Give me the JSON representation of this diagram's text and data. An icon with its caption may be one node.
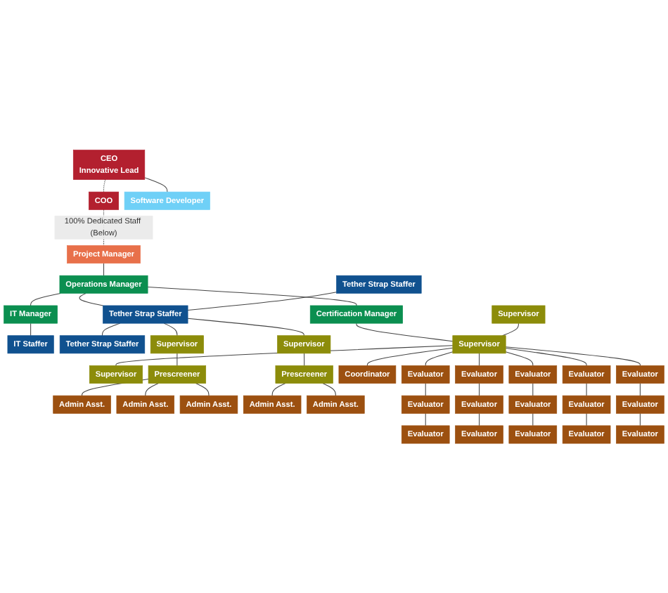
{
  "diagram": {
    "nodes": [
      {
        "text": [
          "CEO",
          "Innovative Lead"
        ]
      },
      {
        "text": [
          "COO"
        ]
      },
      {
        "text": [
          "Software Developer"
        ]
      },
      {
        "text": [
          "Project Manager"
        ]
      },
      {
        "text": [
          "IT Manager"
        ]
      },
      {
        "text": [
          "Operations Manager"
        ]
      },
      {
        "text": [
          "Certification Manager"
        ]
      },
      {
        "text": [
          "IT Staffer"
        ]
      },
      {
        "text": [
          "Tether Strap Staffer"
        ]
      },
      {
        "text": [
          "Tether Strap Staffer"
        ]
      },
      {
        "text": [
          "Tether Strap Staffer"
        ]
      },
      {
        "text": [
          "Supervisor"
        ]
      },
      {
        "text": [
          "Supervisor"
        ]
      },
      {
        "text": [
          "Supervisor"
        ]
      },
      {
        "text": [
          "Supervisor"
        ]
      },
      {
        "text": [
          "Supervisor"
        ]
      },
      {
        "text": [
          "Prescreener"
        ]
      },
      {
        "text": [
          "Prescreener"
        ]
      },
      {
        "text": [
          "Admin Asst."
        ]
      },
      {
        "text": [
          "Admin Asst."
        ]
      },
      {
        "text": [
          "Admin Asst."
        ]
      },
      {
        "text": [
          "Admin Asst."
        ]
      },
      {
        "text": [
          "Admin Asst."
        ]
      },
      {
        "text": [
          "Coordinator"
        ]
      },
      {
        "text": [
          "Evaluator"
        ]
      },
      {
        "text": [
          "Evaluator"
        ]
      },
      {
        "text": [
          "Evaluator"
        ]
      },
      {
        "text": [
          "Evaluator"
        ]
      },
      {
        "text": [
          "Evaluator"
        ]
      },
      {
        "text": [
          "Evaluator"
        ]
      },
      {
        "text": [
          "Evaluator"
        ]
      },
      {
        "text": [
          "Evaluator"
        ]
      },
      {
        "text": [
          "Evaluator"
        ]
      },
      {
        "text": [
          "Evaluator"
        ]
      },
      {
        "text": [
          "Evaluator"
        ]
      },
      {
        "text": [
          "Evaluator"
        ]
      },
      {
        "text": [
          "Evaluator"
        ]
      },
      {
        "text": [
          "Evaluator"
        ]
      },
      {
        "text": [
          "Evaluator"
        ]
      }
    ],
    "edges": [
      {
        "from": 0,
        "to": 1,
        "arrow": "none",
        "style": "dashed"
      },
      {
        "from": 0,
        "to": 2,
        "arrow": "none"
      },
      {
        "from": 1,
        "to": 3,
        "arrow": "none",
        "style": "dashed",
        "label": "100% Dedicated Staff (Below)"
      },
      {
        "from": 3,
        "to": 5,
        "arrow": "none"
      },
      {
        "from": 5,
        "to": 4,
        "arrow": "none"
      },
      {
        "from": 5,
        "to": 6,
        "arrow": "none"
      },
      {
        "from": 4,
        "to": 7,
        "arrow": "none"
      },
      {
        "from": 5,
        "to": 9,
        "arrow": "none"
      },
      {
        "from": 8,
        "to": 9,
        "arrow": "none"
      },
      {
        "from": 9,
        "to": 10,
        "arrow": "none"
      },
      {
        "from": 9,
        "to": 11,
        "arrow": "none"
      },
      {
        "from": 9,
        "to": 12,
        "arrow": "none"
      },
      {
        "from": 11,
        "to": 16,
        "arrow": "none"
      },
      {
        "from": 12,
        "to": 17,
        "arrow": "none"
      },
      {
        "from": 16,
        "to": 18,
        "arrow": "none"
      },
      {
        "from": 16,
        "to": 19,
        "arrow": "none"
      },
      {
        "from": 16,
        "to": 20,
        "arrow": "none"
      },
      {
        "from": 17,
        "to": 21,
        "arrow": "none"
      },
      {
        "from": 17,
        "to": 22,
        "arrow": "none"
      },
      {
        "from": 6,
        "to": 14,
        "arrow": "none"
      },
      {
        "from": 13,
        "to": 14,
        "arrow": "none"
      },
      {
        "from": 14,
        "to": 15,
        "arrow": "none"
      },
      {
        "from": 14,
        "to": 23,
        "arrow": "none"
      },
      {
        "from": 14,
        "to": 24,
        "arrow": "none"
      },
      {
        "from": 14,
        "to": 25,
        "arrow": "none"
      },
      {
        "from": 14,
        "to": 26,
        "arrow": "none"
      },
      {
        "from": 14,
        "to": 27,
        "arrow": "none"
      },
      {
        "from": 14,
        "to": 28,
        "arrow": "none"
      },
      {
        "from": 24,
        "to": 29,
        "arrow": "none"
      },
      {
        "from": 25,
        "to": 30,
        "arrow": "none"
      },
      {
        "from": 26,
        "to": 31,
        "arrow": "none"
      },
      {
        "from": 27,
        "to": 32,
        "arrow": "none"
      },
      {
        "from": 28,
        "to": 33,
        "arrow": "none"
      },
      {
        "from": 29,
        "to": 34,
        "arrow": "none"
      },
      {
        "from": 30,
        "to": 35,
        "arrow": "none"
      },
      {
        "from": 31,
        "to": 36,
        "arrow": "none"
      },
      {
        "from": 32,
        "to": 37,
        "arrow": "none"
      },
      {
        "from": 33,
        "to": 38,
        "arrow": "none"
      }
    ]
  }
}
